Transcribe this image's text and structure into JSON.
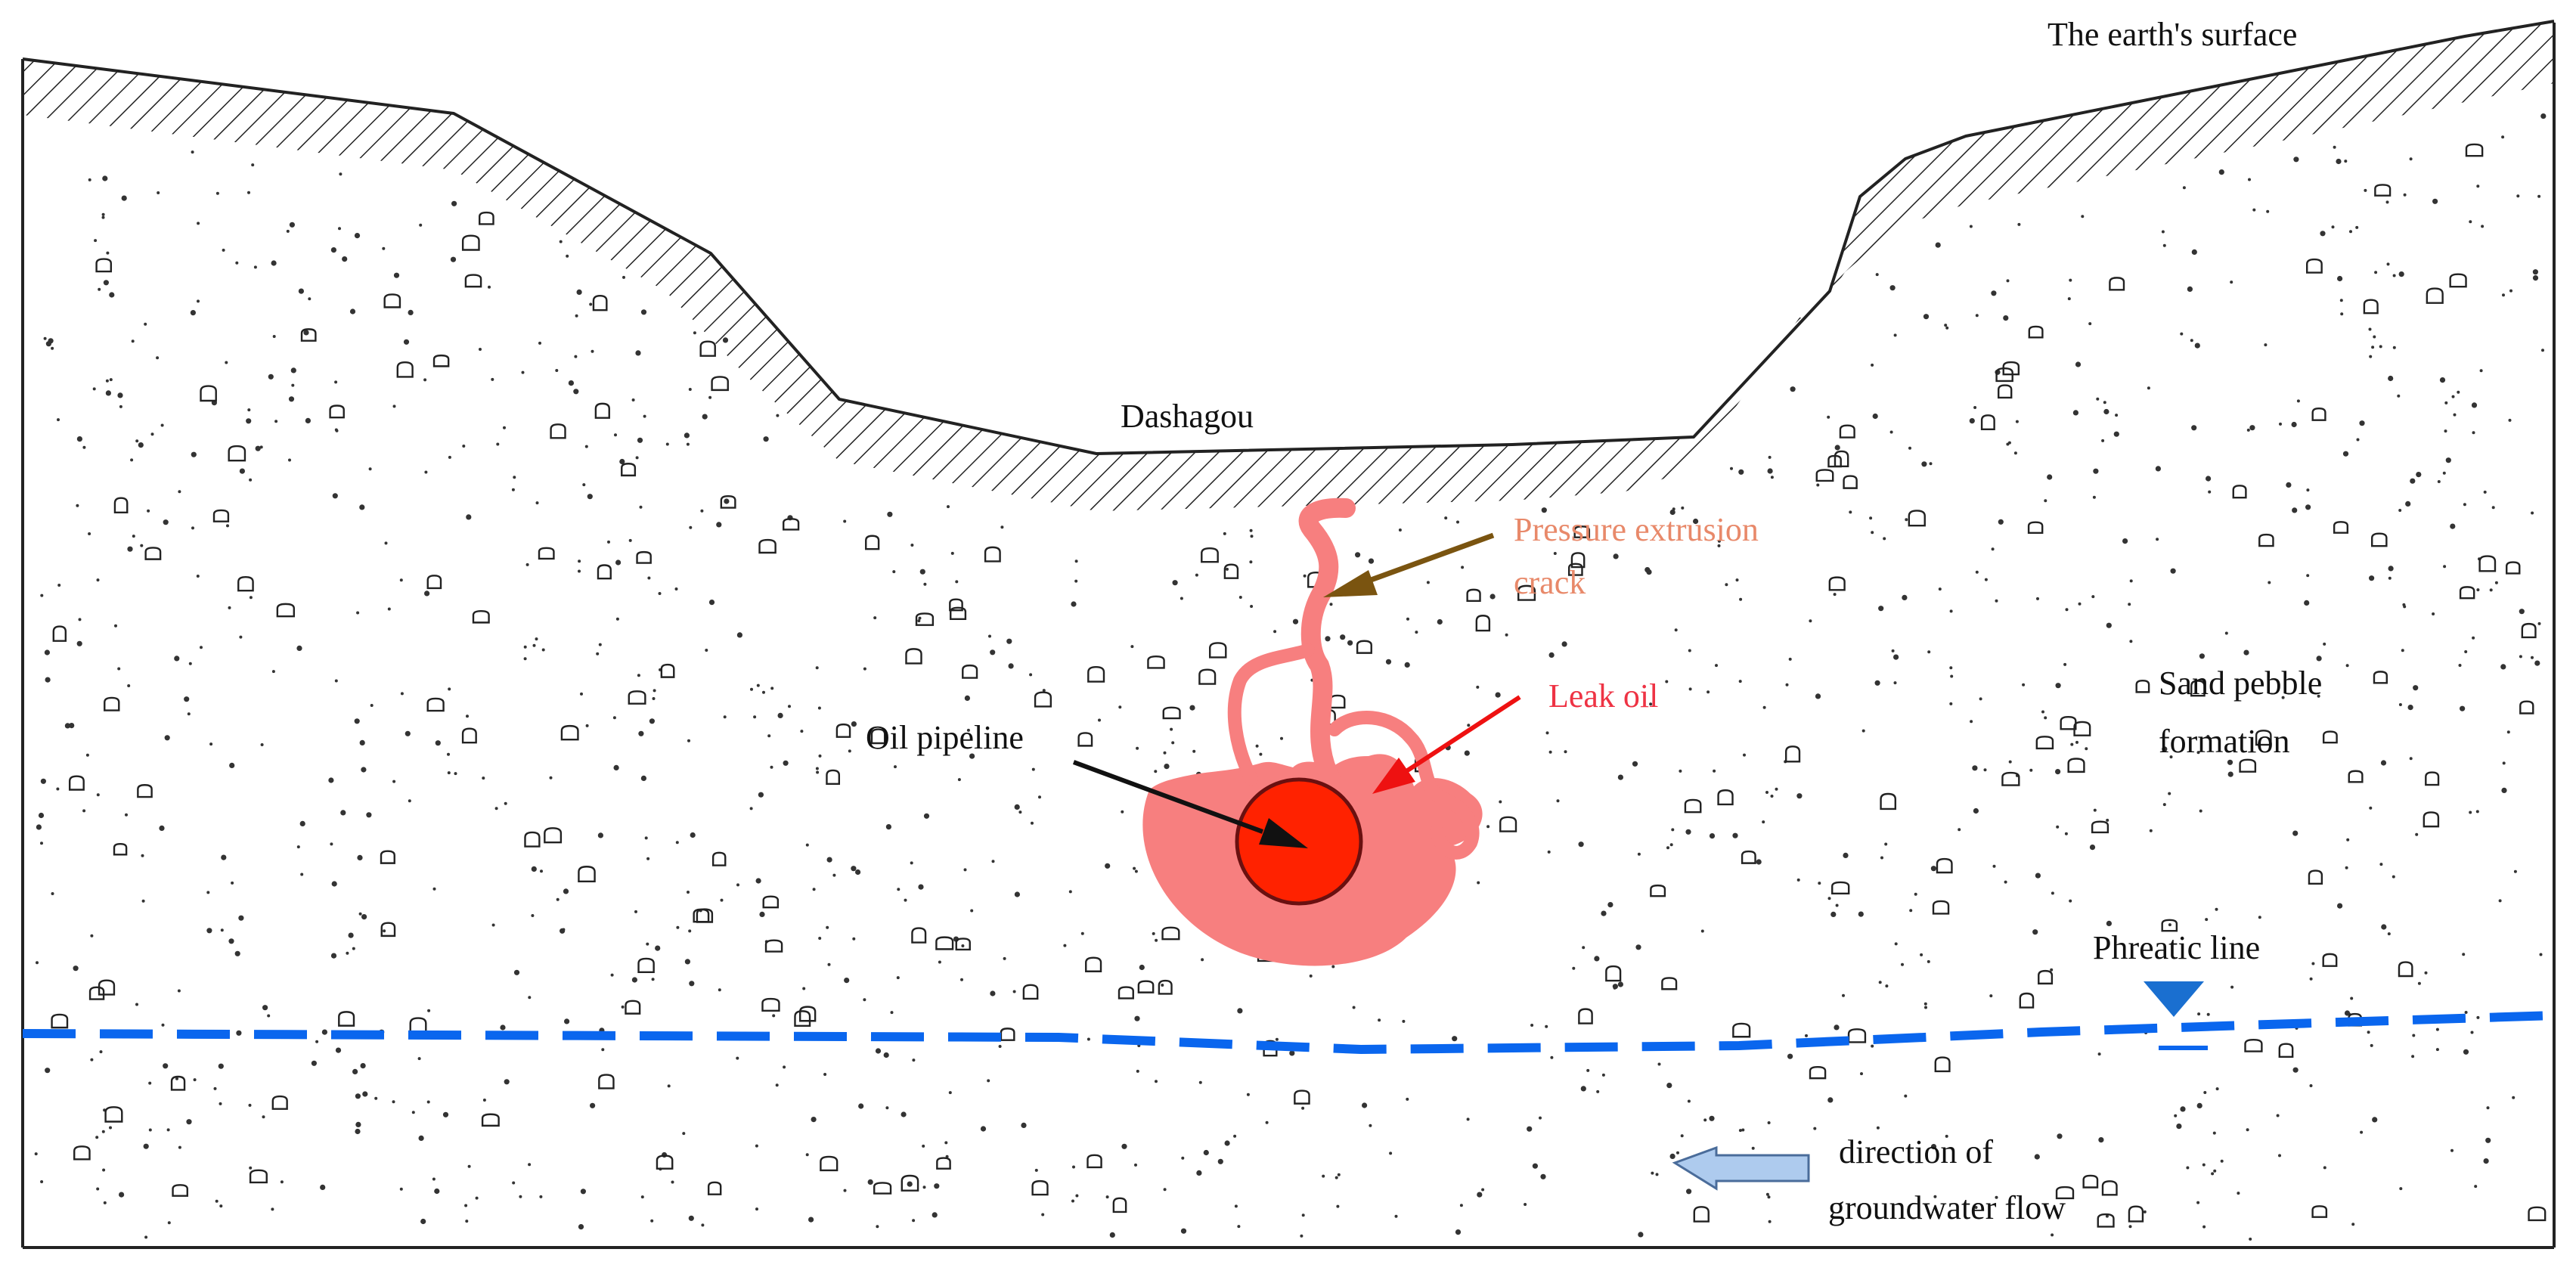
{
  "labels": {
    "earth_surface": "The earth's surface",
    "valley": "Dashagou",
    "crack_line1": "Pressure extrusion",
    "crack_line2": "crack",
    "leak_oil": "Leak oil",
    "pipeline": "Oil pipeline",
    "formation_line1": "Sand pebble",
    "formation_line2": "formation",
    "phreatic": "Phreatic line",
    "flow_line1": "direction of",
    "flow_line2": "groundwater flow"
  },
  "colors": {
    "ground_line": "#222222",
    "plume": "#f77f7f",
    "pipe": "#ff2200",
    "pipe_edge": "#6a1010",
    "crack_label": "#e8896a",
    "crack_arrow": "#7a5410",
    "leak_label": "#ee3344",
    "leak_arrow": "#ee1111",
    "water_table": "#0a66ee",
    "phreatic_marker": "#1a6fd0",
    "flow_arrow_fill": "#aecbee",
    "flow_arrow_edge": "#4a6c9a",
    "text": "#111111"
  }
}
